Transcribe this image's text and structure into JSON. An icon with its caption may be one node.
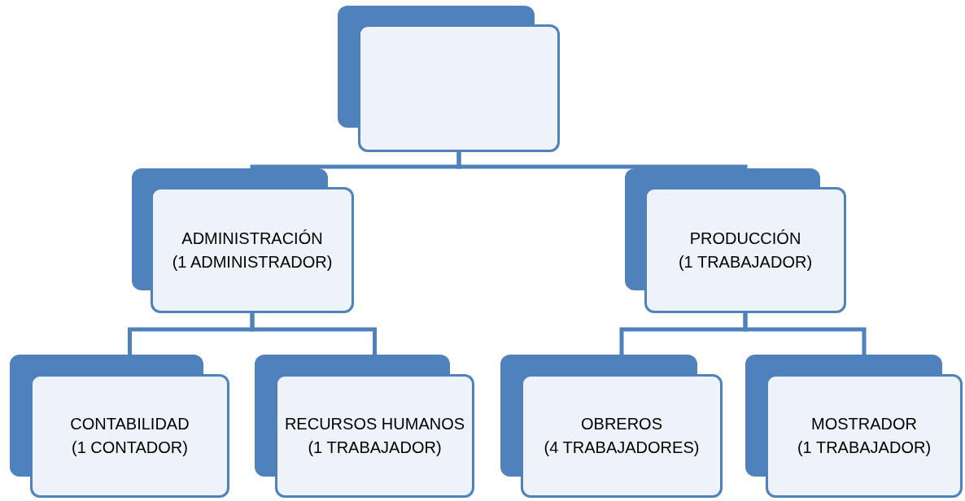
{
  "diagram": {
    "nodes": [
      {
        "text": [],
        "shape": "box"
      },
      {
        "text": [
          "ADMINISTRACIÓN",
          "(1 ADMINISTRADOR)"
        ]
      },
      {
        "text": [
          "PRODUCCIÓN",
          "(1 TRABAJADOR)"
        ]
      },
      {
        "text": [
          "CONTABILIDAD",
          "(1 CONTADOR)"
        ]
      },
      {
        "text": [
          "RECURSOS HUMANOS",
          "(1 TRABAJADOR)"
        ]
      },
      {
        "text": [
          "OBREROS",
          "(4 TRABAJADORES)"
        ]
      },
      {
        "text": [
          "MOSTRADOR",
          "(1 TRABAJADOR)"
        ]
      }
    ],
    "edges": [
      {
        "from": 0,
        "to": 1,
        "arrow": "none"
      },
      {
        "from": 0,
        "to": 2,
        "arrow": "none"
      },
      {
        "from": 1,
        "to": 3,
        "arrow": "none"
      },
      {
        "from": 1,
        "to": 4,
        "arrow": "none"
      },
      {
        "from": 2,
        "to": 5,
        "arrow": "none"
      },
      {
        "from": 2,
        "to": 6,
        "arrow": "none"
      }
    ]
  }
}
